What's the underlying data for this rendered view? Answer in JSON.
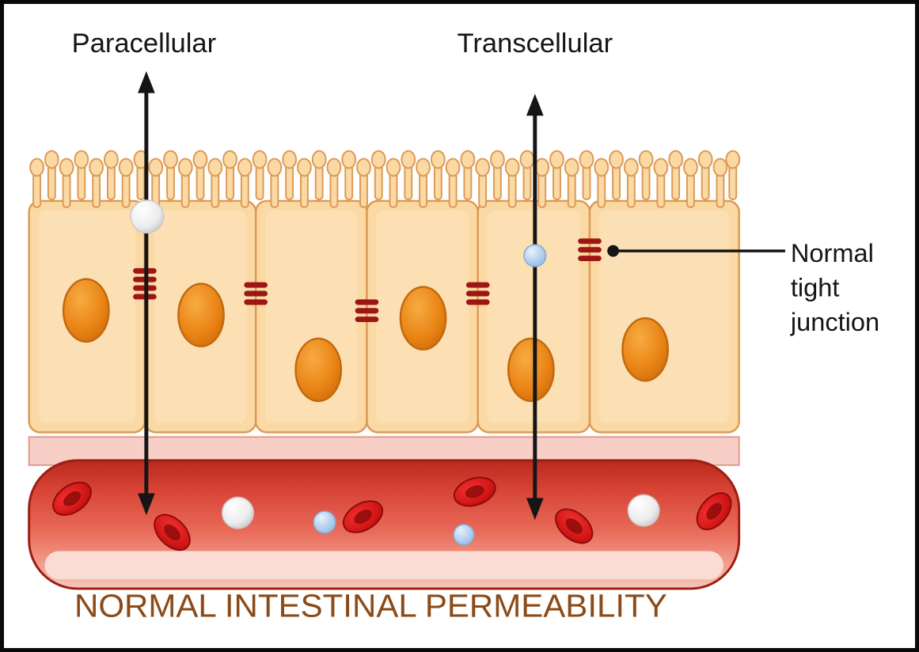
{
  "diagram": {
    "title": "NORMAL INTESTINAL PERMEABILITY",
    "labels": {
      "paracellular": "Paracellular",
      "transcellular": "Transcellular",
      "tight_junction_lines": [
        "Normal",
        "tight",
        "junction"
      ]
    },
    "colors": {
      "cell_fill": "#fbd9a4",
      "cell_outline": "#dd9a55",
      "nucleus_orange": "#ea8517",
      "tight_junction_red": "#9e1515",
      "vessel_wall_pink": "#f8cfc6",
      "blood_red": "#d64334",
      "red_blood_cell": "#cf1414",
      "white_particle": "#f0f0f0",
      "blue_particle": "#a9c6ea",
      "arrow_black": "#151515",
      "title_brown": "#8b4a17"
    }
  }
}
